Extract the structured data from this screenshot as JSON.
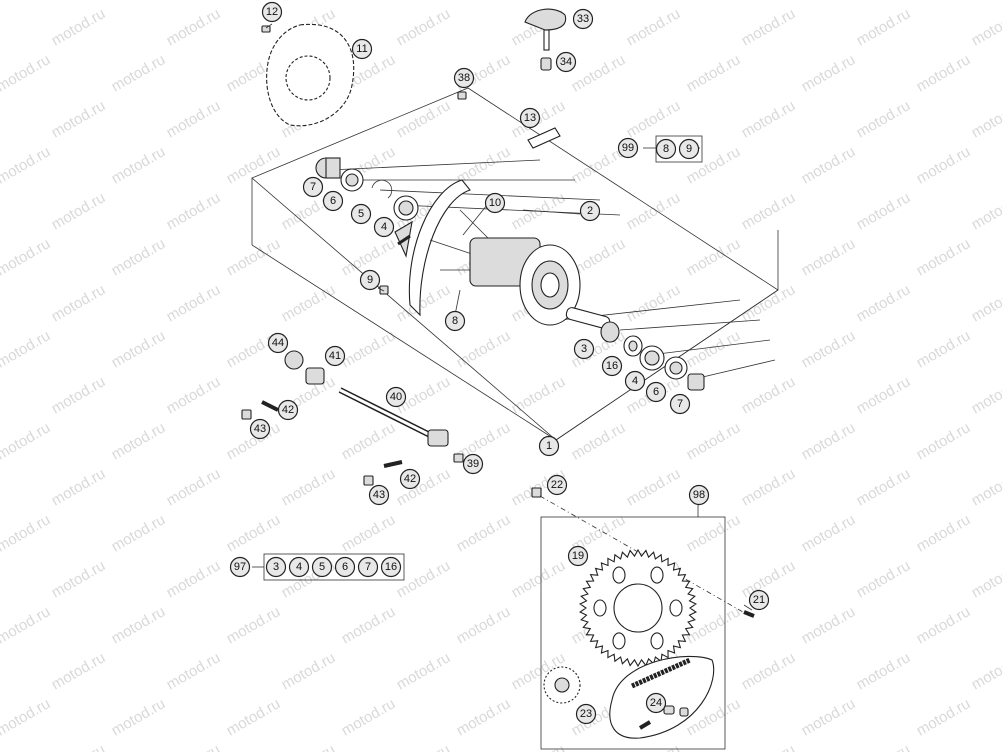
{
  "watermark": "motod.ru",
  "callouts": {
    "c12": "12",
    "c11": "11",
    "c33": "33",
    "c34": "34",
    "c38": "38",
    "c13": "13",
    "c7a": "7",
    "c6a": "6",
    "c5a": "5",
    "c4a": "4",
    "c10": "10",
    "c2": "2",
    "c9": "9",
    "c8": "8",
    "c3": "3",
    "c16": "16",
    "c4b": "4",
    "c6b": "6",
    "c7b": "7",
    "c44": "44",
    "c41": "41",
    "c42a": "42",
    "c43a": "43",
    "c40": "40",
    "c1": "1",
    "c39": "39",
    "c42b": "42",
    "c43b": "43",
    "c22": "22",
    "c98": "98",
    "c19": "19",
    "c21": "21",
    "c97": "97",
    "c23": "23",
    "c24": "24"
  },
  "kits": {
    "kit99": {
      "id": "99",
      "items": [
        "8",
        "9"
      ]
    },
    "kit97": {
      "id": "97",
      "items": [
        "3",
        "4",
        "5",
        "6",
        "7",
        "16"
      ]
    }
  },
  "colors": {
    "line": "#222222",
    "label_fill": "#e8e8e8",
    "watermark": "#d9d9d9"
  }
}
